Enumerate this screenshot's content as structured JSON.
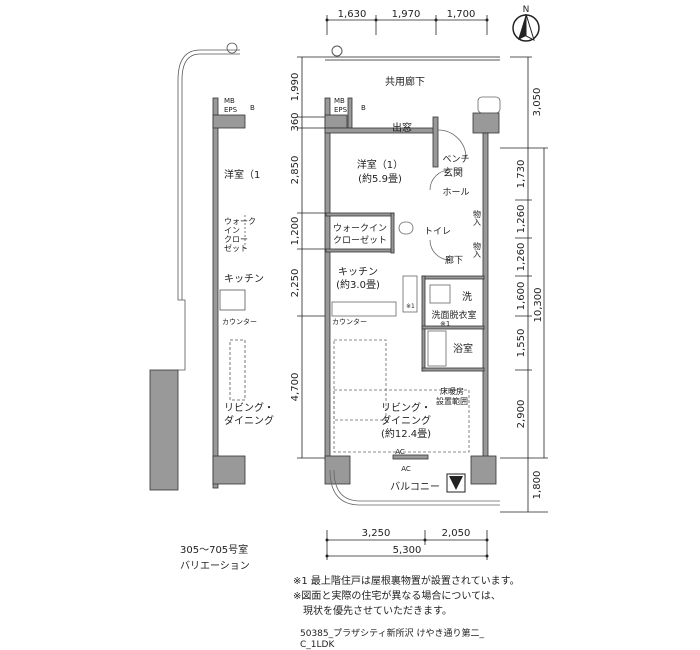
{
  "compass": {
    "label": "N"
  },
  "dimensions": {
    "top": [
      "1,630",
      "1,970",
      "1,700"
    ],
    "left": [
      "1,990",
      "360",
      "2,850",
      "1,200",
      "2,250",
      "4,700"
    ],
    "right": [
      "3,050",
      "1,730",
      "1,260",
      "1,260",
      "1,600",
      "1,550",
      "2,900",
      "1,800"
    ],
    "right_total": "10,300",
    "bottom": [
      "3,250",
      "2,050"
    ],
    "bottom_total": "5,300"
  },
  "rooms": {
    "corridor": "共用廊下",
    "mb": "MB",
    "eps": "EPS",
    "b": "B",
    "bay_window": "出窓",
    "western_room_1": "洋室（1）",
    "western_room_1_size": "(約5.9畳)",
    "bench": "ベンチ",
    "entrance": "玄関",
    "hall": "ホール",
    "storage": "物入",
    "walk_in_1": "ウォークイン",
    "walk_in_2": "クローゼット",
    "toilet": "トイレ",
    "hallway": "廊下",
    "kitchen": "キッチン",
    "kitchen_size": "(約3.0畳)",
    "note_mark": "※1",
    "washer": "洗",
    "dressing": "洗面脱衣室",
    "counter": "カウンター",
    "bath": "浴室",
    "floor_heating_1": "床暖房",
    "floor_heating_2": "設置範囲",
    "living_1": "リビング・",
    "living_2": "ダイニング",
    "living_size": "(約12.4畳)",
    "ac": "AC",
    "balcony": "バルコニー"
  },
  "variation": {
    "mb": "MB",
    "eps": "EPS",
    "b": "B",
    "western_room": "洋室（1",
    "walk_in": [
      "ウォーク",
      "イン",
      "クロー",
      "ゼット"
    ],
    "kitchen": "キッチン",
    "counter": "カウンター",
    "living_1": "リビング・",
    "living_2": "ダイニング",
    "caption_1": "305～705号室",
    "caption_2": "バリエーション"
  },
  "notes": [
    "※1 最上階住戸は屋根裏物置が設置されています。",
    "※図面と実際の住宅が異なる場合については、",
    "　現状を優先させていただきます。"
  ],
  "footer": [
    "50385_プラザシティ新所沢 けやき通り第二_",
    "C_1LDK"
  ]
}
